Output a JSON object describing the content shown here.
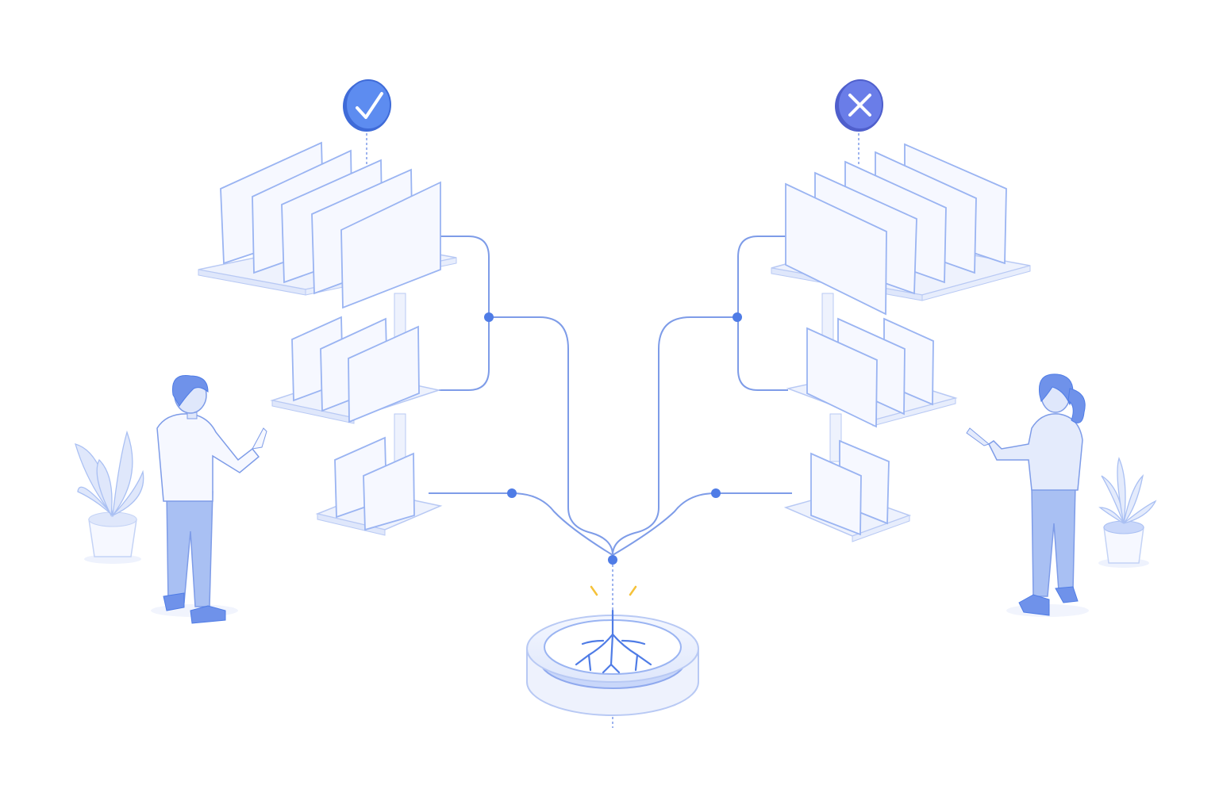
{
  "diagram": {
    "root_node": {
      "icon": "tree-roots-icon"
    },
    "branches": [
      {
        "side": "left",
        "status": "valid",
        "status_icon": "check-mark-icon",
        "tiers": [
          5,
          3,
          2
        ]
      },
      {
        "side": "right",
        "status": "invalid",
        "status_icon": "x-mark-icon",
        "tiers": [
          5,
          3,
          2
        ]
      }
    ],
    "people": [
      {
        "side": "left",
        "icon": "man-pointing-icon"
      },
      {
        "side": "right",
        "icon": "woman-gesturing-icon"
      }
    ],
    "plants": [
      {
        "side": "left",
        "icon": "potted-plant-icon"
      },
      {
        "side": "right",
        "icon": "potted-plant-icon"
      }
    ]
  },
  "colors": {
    "accent": "#4f7ce6",
    "accent_light": "#9ab4f2",
    "panel_fill": "#f6f8ff",
    "platform_fill": "#eef2fd",
    "line": "#7e9ce8",
    "muted_fill": "#dfe7fb",
    "status_valid": "#5d8cf0",
    "status_invalid": "#6a7de8",
    "spark": "#f5c23a"
  }
}
